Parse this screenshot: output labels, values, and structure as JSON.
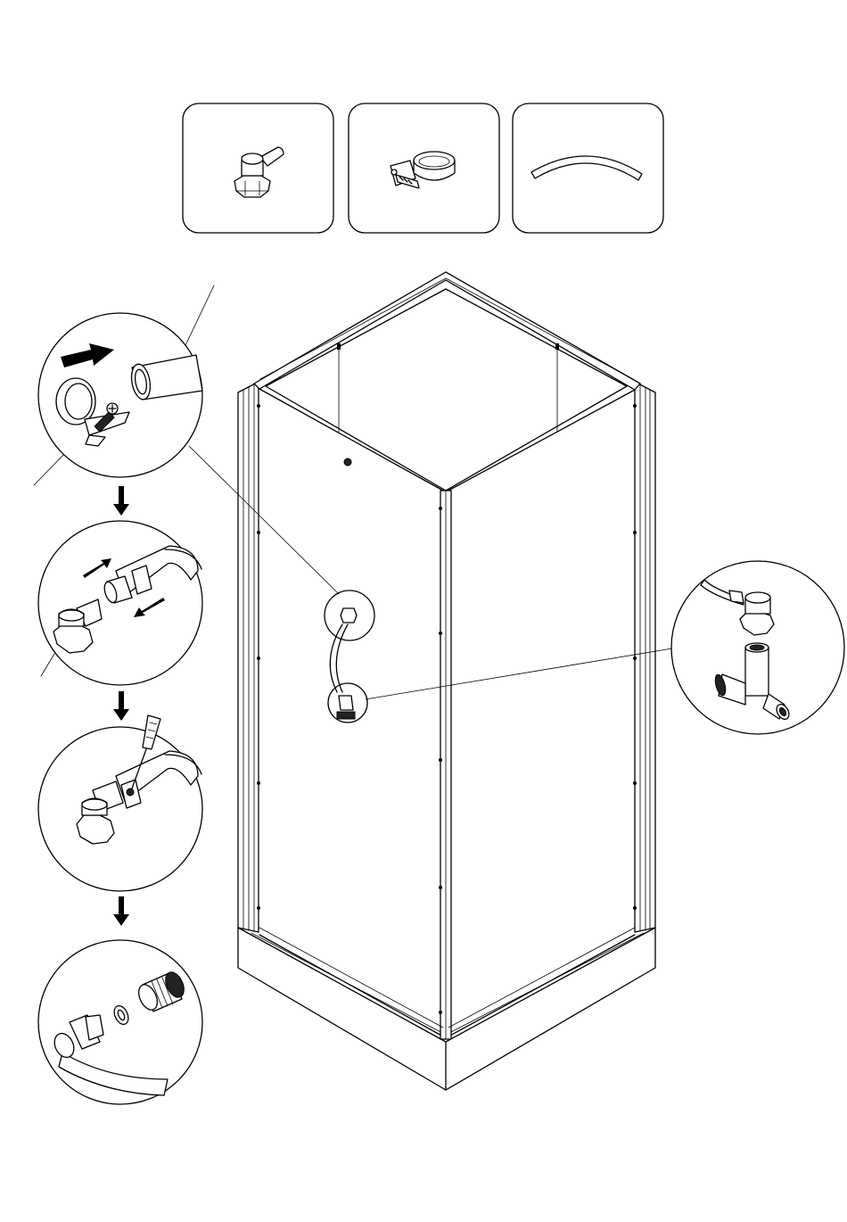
{
  "title": "",
  "parts": [
    {
      "id": "part-1",
      "icon": "elbow-connector-icon"
    },
    {
      "id": "part-2",
      "icon": "hose-clamp-icon"
    },
    {
      "id": "part-3",
      "icon": "flexible-hose-icon"
    }
  ],
  "steps": [
    {
      "id": "step-1",
      "icon": "slide-clamp-on-hose-icon"
    },
    {
      "id": "step-2",
      "icon": "push-hose-onto-connector-icon"
    },
    {
      "id": "step-3",
      "icon": "tighten-clamp-screwdriver-icon"
    },
    {
      "id": "step-4",
      "icon": "attach-nut-washer-fitting-icon"
    }
  ],
  "detail": {
    "icon": "tee-fitting-connection-icon"
  },
  "cabin": {
    "icon": "shower-cabin-icon"
  }
}
